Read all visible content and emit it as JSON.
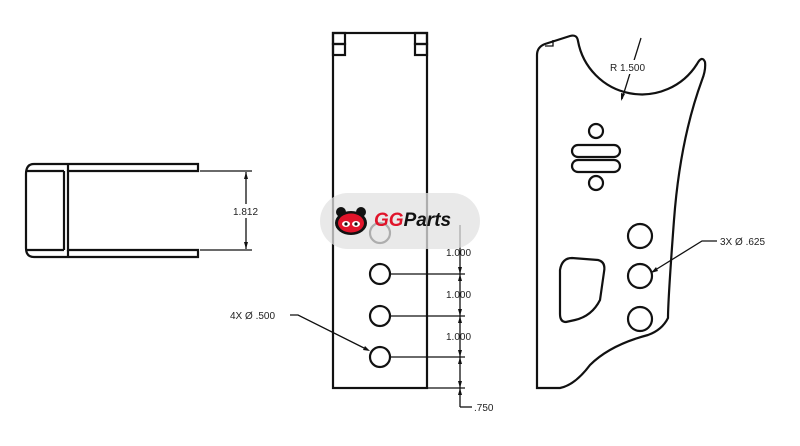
{
  "left_view": {
    "dim_height": "1.812"
  },
  "middle_view": {
    "hole_callout": "4X Ø .500",
    "spacing_dims": [
      "1.000",
      "1.000",
      "1.000"
    ],
    "edge_dim": ".750"
  },
  "right_view": {
    "radius_callout": "R 1.500",
    "hole_callout": "3X Ø .625"
  },
  "watermark": {
    "brand_prefix": "GG",
    "brand_suffix": "Parts",
    "icon": "mascot-icon",
    "accent": "#e0142a"
  }
}
